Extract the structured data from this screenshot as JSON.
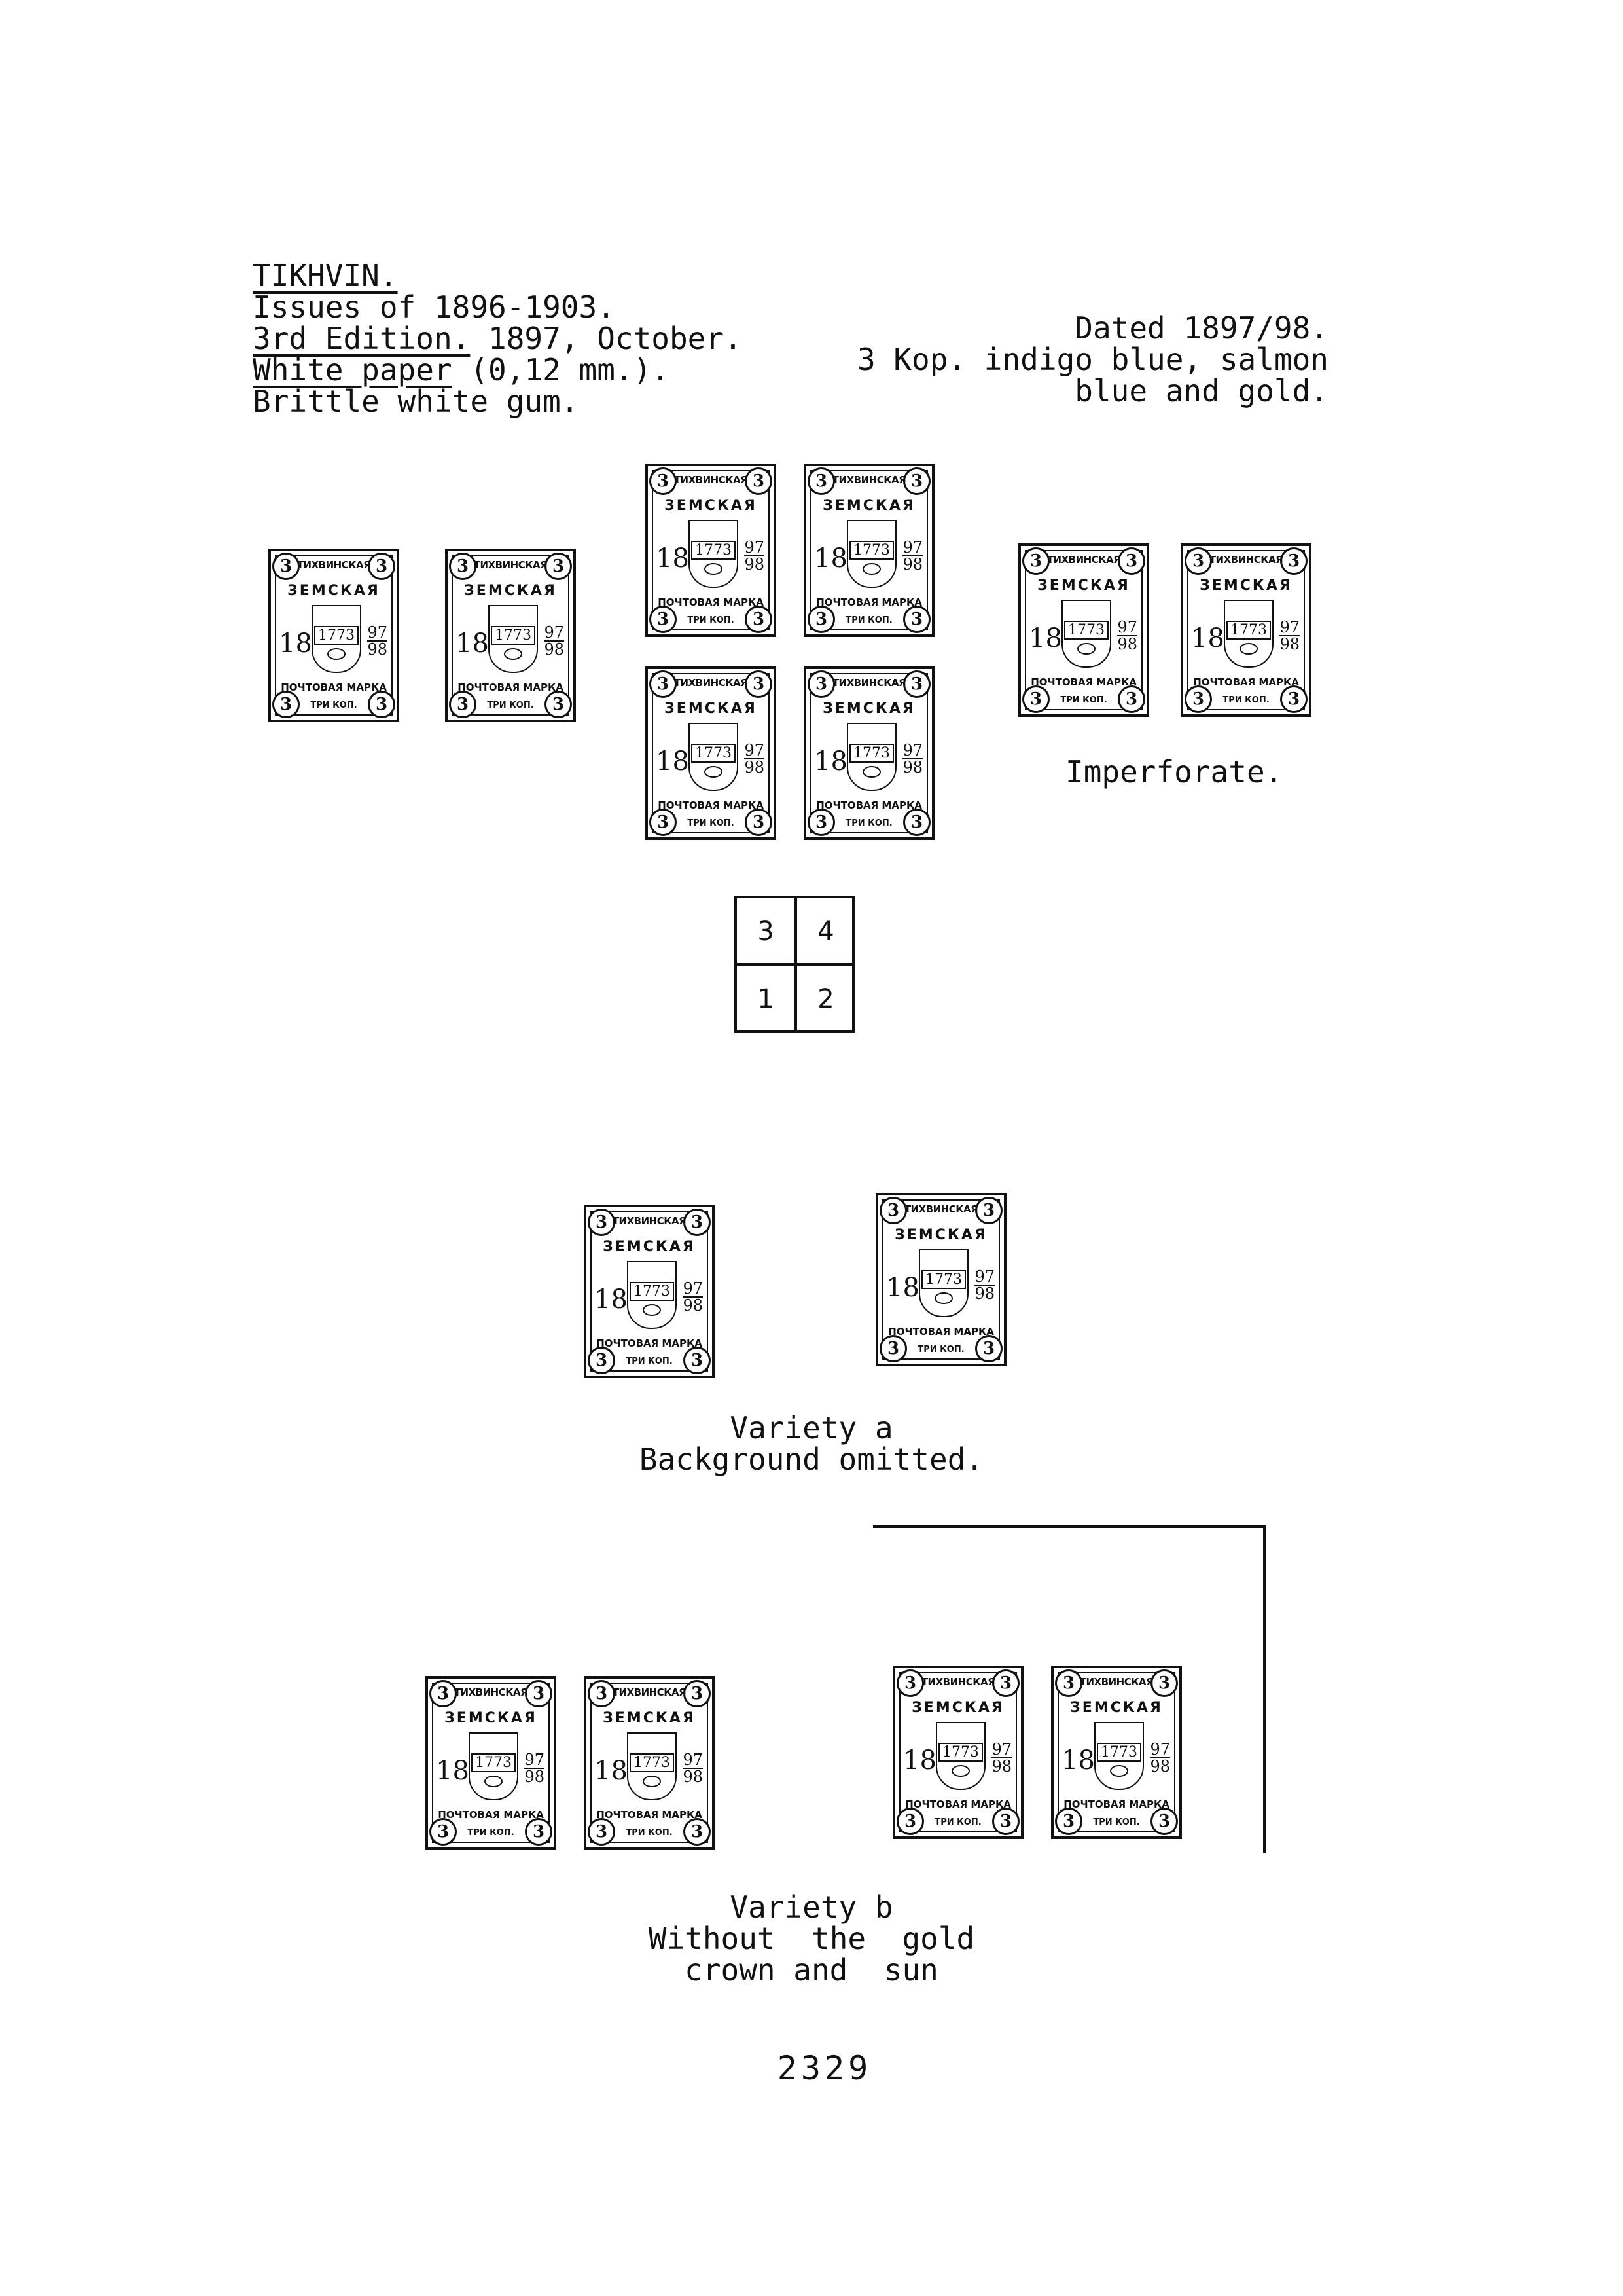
{
  "header": {
    "place": "TIKHVIN.",
    "issues": "Issues of 1896-1903.",
    "edition_label": "3rd Edition.",
    "edition_date": " 1897, October.",
    "paper_label": "White paper",
    "paper_detail": " (0,12 mm.).",
    "gum": "Brittle white gum."
  },
  "description": {
    "dated": "Dated 1897/98.",
    "colors_line1": "3 Kop. indigo blue, salmon",
    "colors_line2": "blue and gold."
  },
  "stamp": {
    "top": "ТИХВИНСКАЯ",
    "middle": "ЗЕМСКАЯ",
    "century": "18",
    "shield_year": "1773",
    "year_top": "97",
    "year_bottom": "98",
    "bottom": "ПОЧТОВАЯ МАРКА",
    "value": "ТРИ КОП.",
    "corner": "3"
  },
  "imperforate_caption": "Imperforate.",
  "positions": [
    "3",
    "4",
    "1",
    "2"
  ],
  "variety_a": {
    "line1": "Variety a",
    "line2": "Background omitted."
  },
  "variety_b": {
    "line1": "Variety b",
    "line2": "Without  the  gold",
    "line3": "crown and  sun"
  },
  "page_number": "2329"
}
